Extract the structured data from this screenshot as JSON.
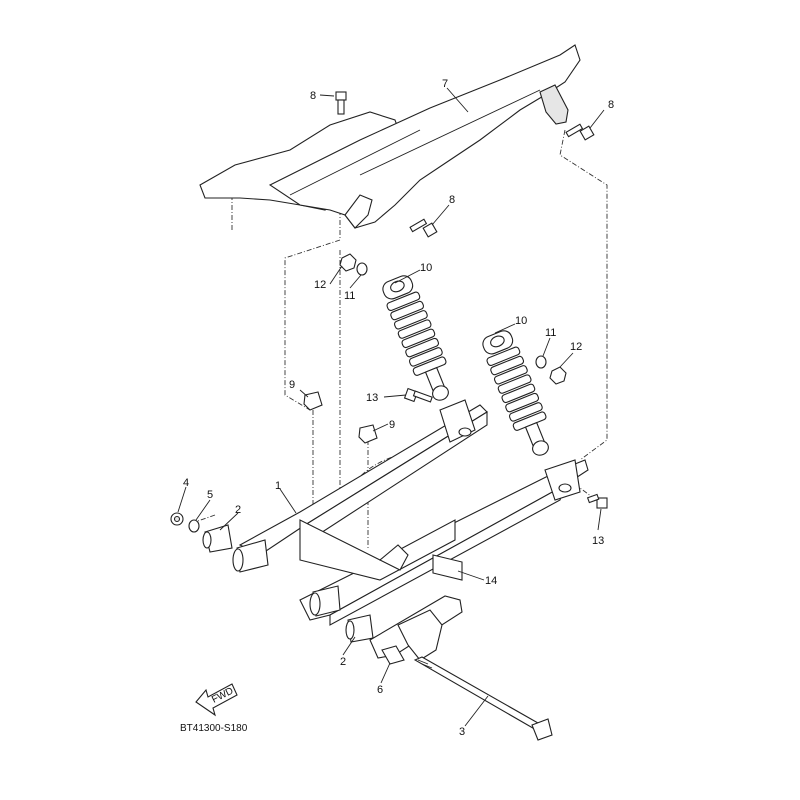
{
  "diagram": {
    "code": "BT41300-S180",
    "fwd_label": "FWD",
    "callouts": [
      {
        "id": "c1",
        "label": "1"
      },
      {
        "id": "c2a",
        "label": "2"
      },
      {
        "id": "c2b",
        "label": "2"
      },
      {
        "id": "c3",
        "label": "3"
      },
      {
        "id": "c4",
        "label": "4"
      },
      {
        "id": "c5",
        "label": "5"
      },
      {
        "id": "c6",
        "label": "6"
      },
      {
        "id": "c7",
        "label": "7"
      },
      {
        "id": "c8a",
        "label": "8"
      },
      {
        "id": "c8b",
        "label": "8"
      },
      {
        "id": "c8c",
        "label": "8"
      },
      {
        "id": "c9a",
        "label": "9"
      },
      {
        "id": "c9b",
        "label": "9"
      },
      {
        "id": "c10a",
        "label": "10"
      },
      {
        "id": "c10b",
        "label": "10"
      },
      {
        "id": "c11a",
        "label": "11"
      },
      {
        "id": "c11b",
        "label": "11"
      },
      {
        "id": "c12a",
        "label": "12"
      },
      {
        "id": "c12b",
        "label": "12"
      },
      {
        "id": "c13a",
        "label": "13"
      },
      {
        "id": "c13b",
        "label": "13"
      },
      {
        "id": "c14",
        "label": "14"
      }
    ]
  }
}
